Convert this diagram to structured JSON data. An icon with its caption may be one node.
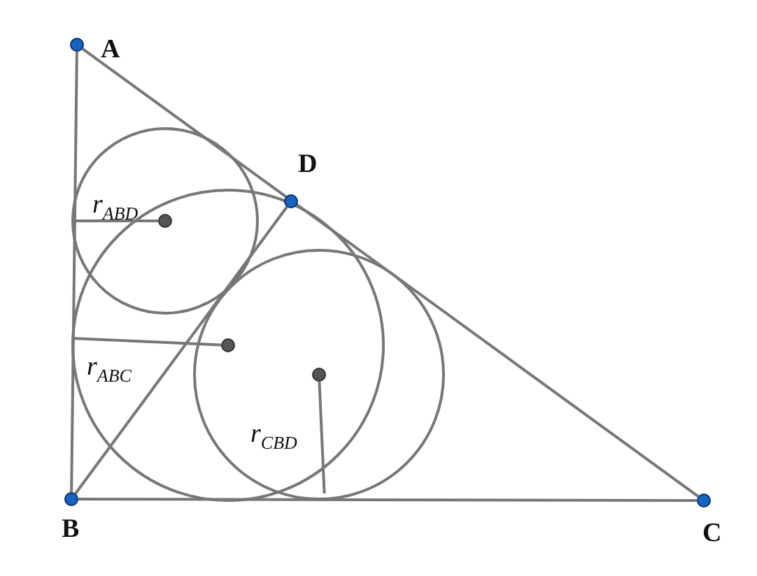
{
  "diagram": {
    "nodes": [
      {
        "text": [
          "A"
        ]
      },
      {
        "text": [
          "D"
        ]
      },
      {
        "text": [
          "B"
        ]
      },
      {
        "text": [
          "C"
        ]
      },
      {
        "text": [],
        "shape": "circle"
      },
      {
        "text": [],
        "shape": "circle"
      },
      {
        "text": [],
        "shape": "circle"
      }
    ],
    "edges": [
      {
        "from": 0,
        "to": 2,
        "arrow": "none"
      },
      {
        "from": 2,
        "to": 3,
        "arrow": "none"
      },
      {
        "from": 0,
        "to": 3,
        "arrow": "none"
      },
      {
        "from": 2,
        "to": 1,
        "arrow": "none"
      },
      {
        "from": 4,
        "to": null,
        "arrow": "none"
      },
      {
        "from": 5,
        "to": null,
        "arrow": "none"
      },
      {
        "from": 6,
        "to": null,
        "arrow": "none"
      }
    ],
    "labels": [
      "r$_{ABD}$",
      "r$_{ABC}$",
      "r$_{CBD}$"
    ]
  }
}
